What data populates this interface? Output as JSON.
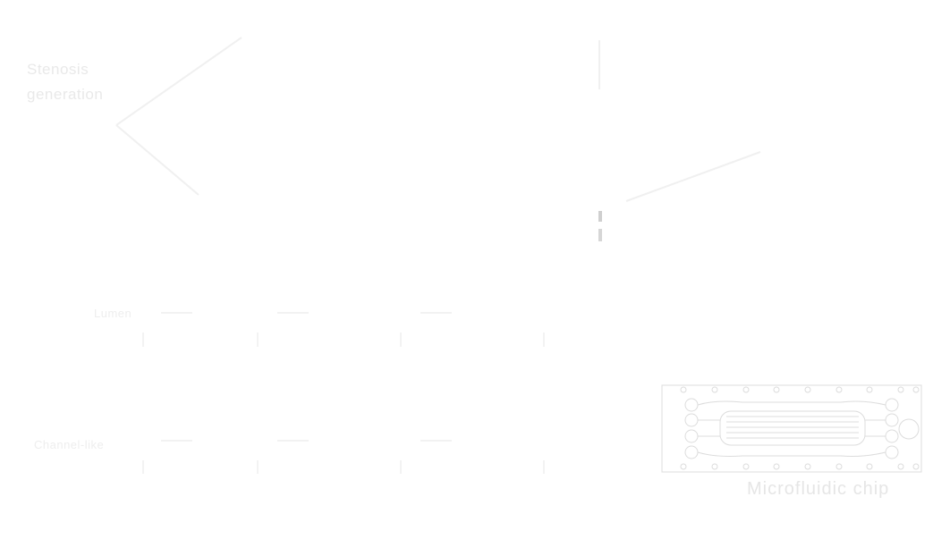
{
  "labels": {
    "top_left_line1": "Stenosis",
    "top_left_line2": "generation",
    "row_upper": "Lumen",
    "row_lower": "Channel-like"
  },
  "chip": {
    "caption": "Microfluidic chip"
  },
  "colors": {
    "line": "#f1f1f1",
    "chip_stroke": "#dddddd",
    "label": "#e9e9e9",
    "divider": "#d8d8d8"
  }
}
